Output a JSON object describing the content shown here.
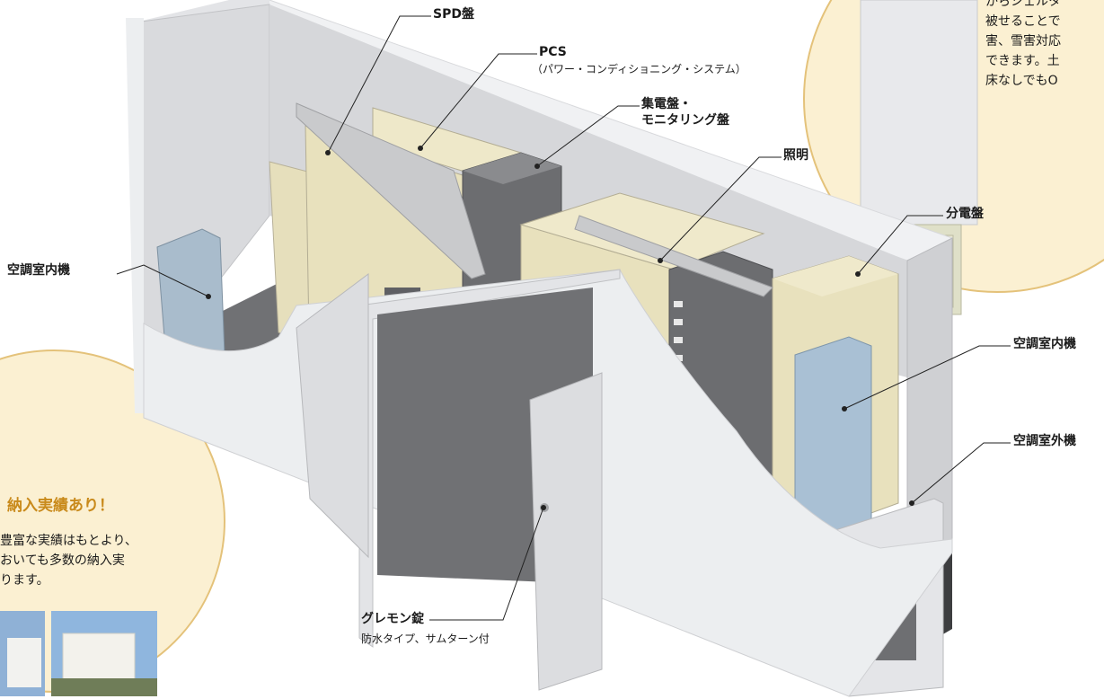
{
  "labels": {
    "spd": "SPD盤",
    "pcs": "PCS",
    "pcs_sub": "（パワー・コンディショニング・システム）",
    "shuden_1": "集電盤・",
    "shuden_2": "モニタリング盤",
    "lighting": "照明",
    "distribution": "分電盤",
    "indoor_left": "空調室内機",
    "indoor_right": "空調室内機",
    "outdoor": "空調室外機",
    "lock": "グレモン錠",
    "lock_sub": "防水タイプ、サムターン付"
  },
  "top_callout": {
    "line1": "からシェルタ",
    "line2": "被せることで",
    "line3": "害、雪害対応",
    "line4": "できます。土",
    "line5": "床なしでもO"
  },
  "bottom_callout": {
    "title": "納入実績あり！",
    "line1": "豊富な実績はもとより、",
    "line2": "おいても多数の納入実",
    "line3": "ります。"
  },
  "colors": {
    "callout_bg": "#fbf0d2",
    "callout_border": "#e4c27a",
    "wall": "#e6e7e9",
    "cabinet": "#e8e1bd",
    "gray_panel": "#6c6d70",
    "ac_blue": "#a9bccc",
    "title_accent": "#c98a1b"
  }
}
